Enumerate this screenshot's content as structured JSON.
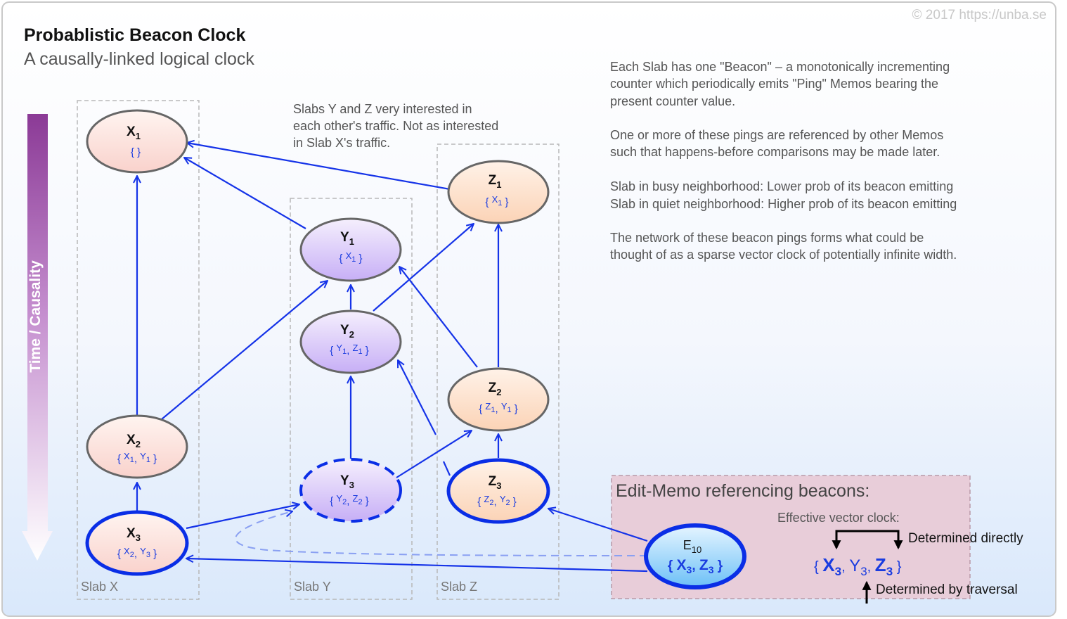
{
  "header": {
    "title": "Probablistic Beacon Clock",
    "subtitle": "A causally-linked logical clock",
    "copyright": "© 2017  https://unba.se"
  },
  "time_axis_label": "Time / Causality",
  "slabs": {
    "x_label": "Slab X",
    "y_label": "Slab Y",
    "z_label": "Slab Z"
  },
  "annotation": [
    "Slabs Y and Z very interested in",
    "each other's traffic. Not as interested",
    "in Slab X's traffic."
  ],
  "description": [
    "Each Slab has one \"Beacon\" – a monotonically incrementing",
    "counter which periodically emits \"Ping\" Memos bearing the",
    "present counter value.",
    "",
    "One or more of these pings are referenced by other Memos",
    "such that happens-before comparisons may be made later.",
    "",
    "Slab in busy neighborhood: Lower prob of its beacon emitting",
    "Slab in quiet neighborhood: Higher prob of its beacon emitting",
    "",
    "The network of these beacon pings forms what could be",
    "thought of as a sparse vector clock of potentially infinite width."
  ],
  "nodes": {
    "x1": {
      "letter": "X",
      "index": "1",
      "refs": "{ }"
    },
    "x2": {
      "letter": "X",
      "index": "2",
      "ref1": "X",
      "ref1_sub": "1",
      "ref2": "Y",
      "ref2_sub": "1"
    },
    "x3": {
      "letter": "X",
      "index": "3",
      "ref1": "X",
      "ref1_sub": "2",
      "ref2": "Y",
      "ref2_sub": "3"
    },
    "y1": {
      "letter": "Y",
      "index": "1",
      "ref1": "X",
      "ref1_sub": "1"
    },
    "y2": {
      "letter": "Y",
      "index": "2",
      "ref1": "Y",
      "ref1_sub": "1",
      "ref2": "Z",
      "ref2_sub": "1"
    },
    "y3": {
      "letter": "Y",
      "index": "3",
      "ref1": "Y",
      "ref1_sub": "2",
      "ref2": "Z",
      "ref2_sub": "2"
    },
    "z1": {
      "letter": "Z",
      "index": "1",
      "ref1": "X",
      "ref1_sub": "1"
    },
    "z2": {
      "letter": "Z",
      "index": "2",
      "ref1": "Z",
      "ref1_sub": "1",
      "ref2": "Y",
      "ref2_sub": "1"
    },
    "z3": {
      "letter": "Z",
      "index": "3",
      "ref1": "Z",
      "ref1_sub": "2",
      "ref2": "Y",
      "ref2_sub": "2"
    },
    "e10": {
      "letter": "E",
      "index": "10",
      "ref1": "X",
      "ref1_sub": "3",
      "ref2": "Z",
      "ref2_sub": "3"
    }
  },
  "edit_memo": {
    "title": "Edit-Memo referencing beacons:",
    "clock_label": "Effective vector clock:",
    "clock": [
      {
        "letter": "X",
        "sub": "3"
      },
      {
        "letter": "Y",
        "sub": "3"
      },
      {
        "letter": "Z",
        "sub": "3"
      }
    ],
    "direct_label": "Determined directly",
    "traversal_label": "Determined by traversal"
  },
  "colors": {
    "edge": "#1533e8",
    "ref_text": "#1a3ce0",
    "node_stroke": "#666666",
    "beacon_stroke": "#0a2ee6",
    "slab_border": "#b8b8b8",
    "memo_box": "#e8cdd9",
    "time_axis": "#8b3a96"
  }
}
